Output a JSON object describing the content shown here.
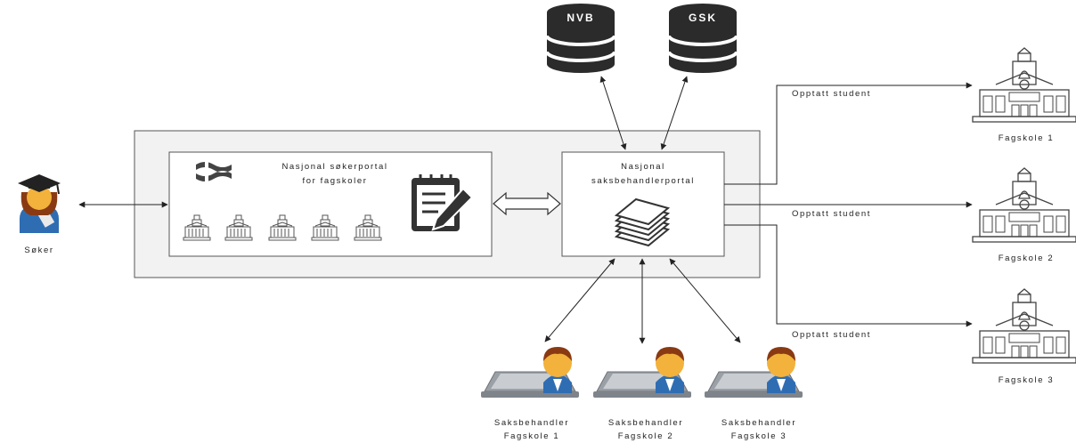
{
  "databases": [
    {
      "label": "NVB"
    },
    {
      "label": "GSK"
    }
  ],
  "applicant": {
    "label": "Søker"
  },
  "applicant_portal": {
    "line1": "Nasjonal søkerportal",
    "line2": "for fagskoler"
  },
  "caseworker_portal": {
    "line1": "Nasjonal",
    "line2": "saksbehandlerportal"
  },
  "schools": [
    {
      "label": "Fagskole 1",
      "flow_label": "Opptatt student"
    },
    {
      "label": "Fagskole 2",
      "flow_label": "Opptatt student"
    },
    {
      "label": "Fagskole 3",
      "flow_label": "Opptatt student"
    }
  ],
  "caseworkers": [
    {
      "line1": "Saksbehandler",
      "line2": "Fagskole 1"
    },
    {
      "line1": "Saksbehandler",
      "line2": "Fagskole 2"
    },
    {
      "line1": "Saksbehandler",
      "line2": "Fagskole 3"
    }
  ],
  "colors": {
    "database": "#2b2b2b",
    "person_skin": "#f2b23c",
    "person_shirt": "#2f6db3",
    "laptop": "#9aa0a6",
    "outer_box": "#f2f2f2"
  }
}
